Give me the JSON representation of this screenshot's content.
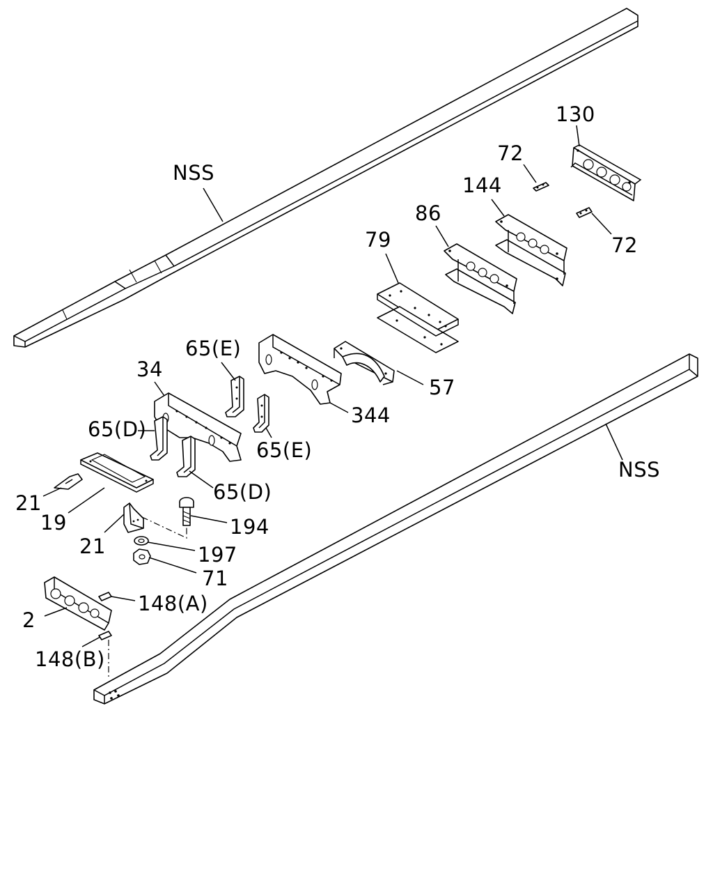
{
  "labels": {
    "nss_top": "NSS",
    "nss_bottom": "NSS",
    "p130": "130",
    "p72_top": "72",
    "p72_bottom": "72",
    "p144": "144",
    "p86": "86",
    "p79": "79",
    "p57": "57",
    "p344": "344",
    "p65e_top": "65(E)",
    "p65e_bottom": "65(E)",
    "p34": "34",
    "p65d_top": "65(D)",
    "p65d_bottom": "65(D)",
    "p21_top": "21",
    "p19": "19",
    "p21_bottom": "21",
    "p194": "194",
    "p197": "197",
    "p71": "71",
    "p148a": "148(A)",
    "p2": "2",
    "p148b": "148(B)"
  }
}
